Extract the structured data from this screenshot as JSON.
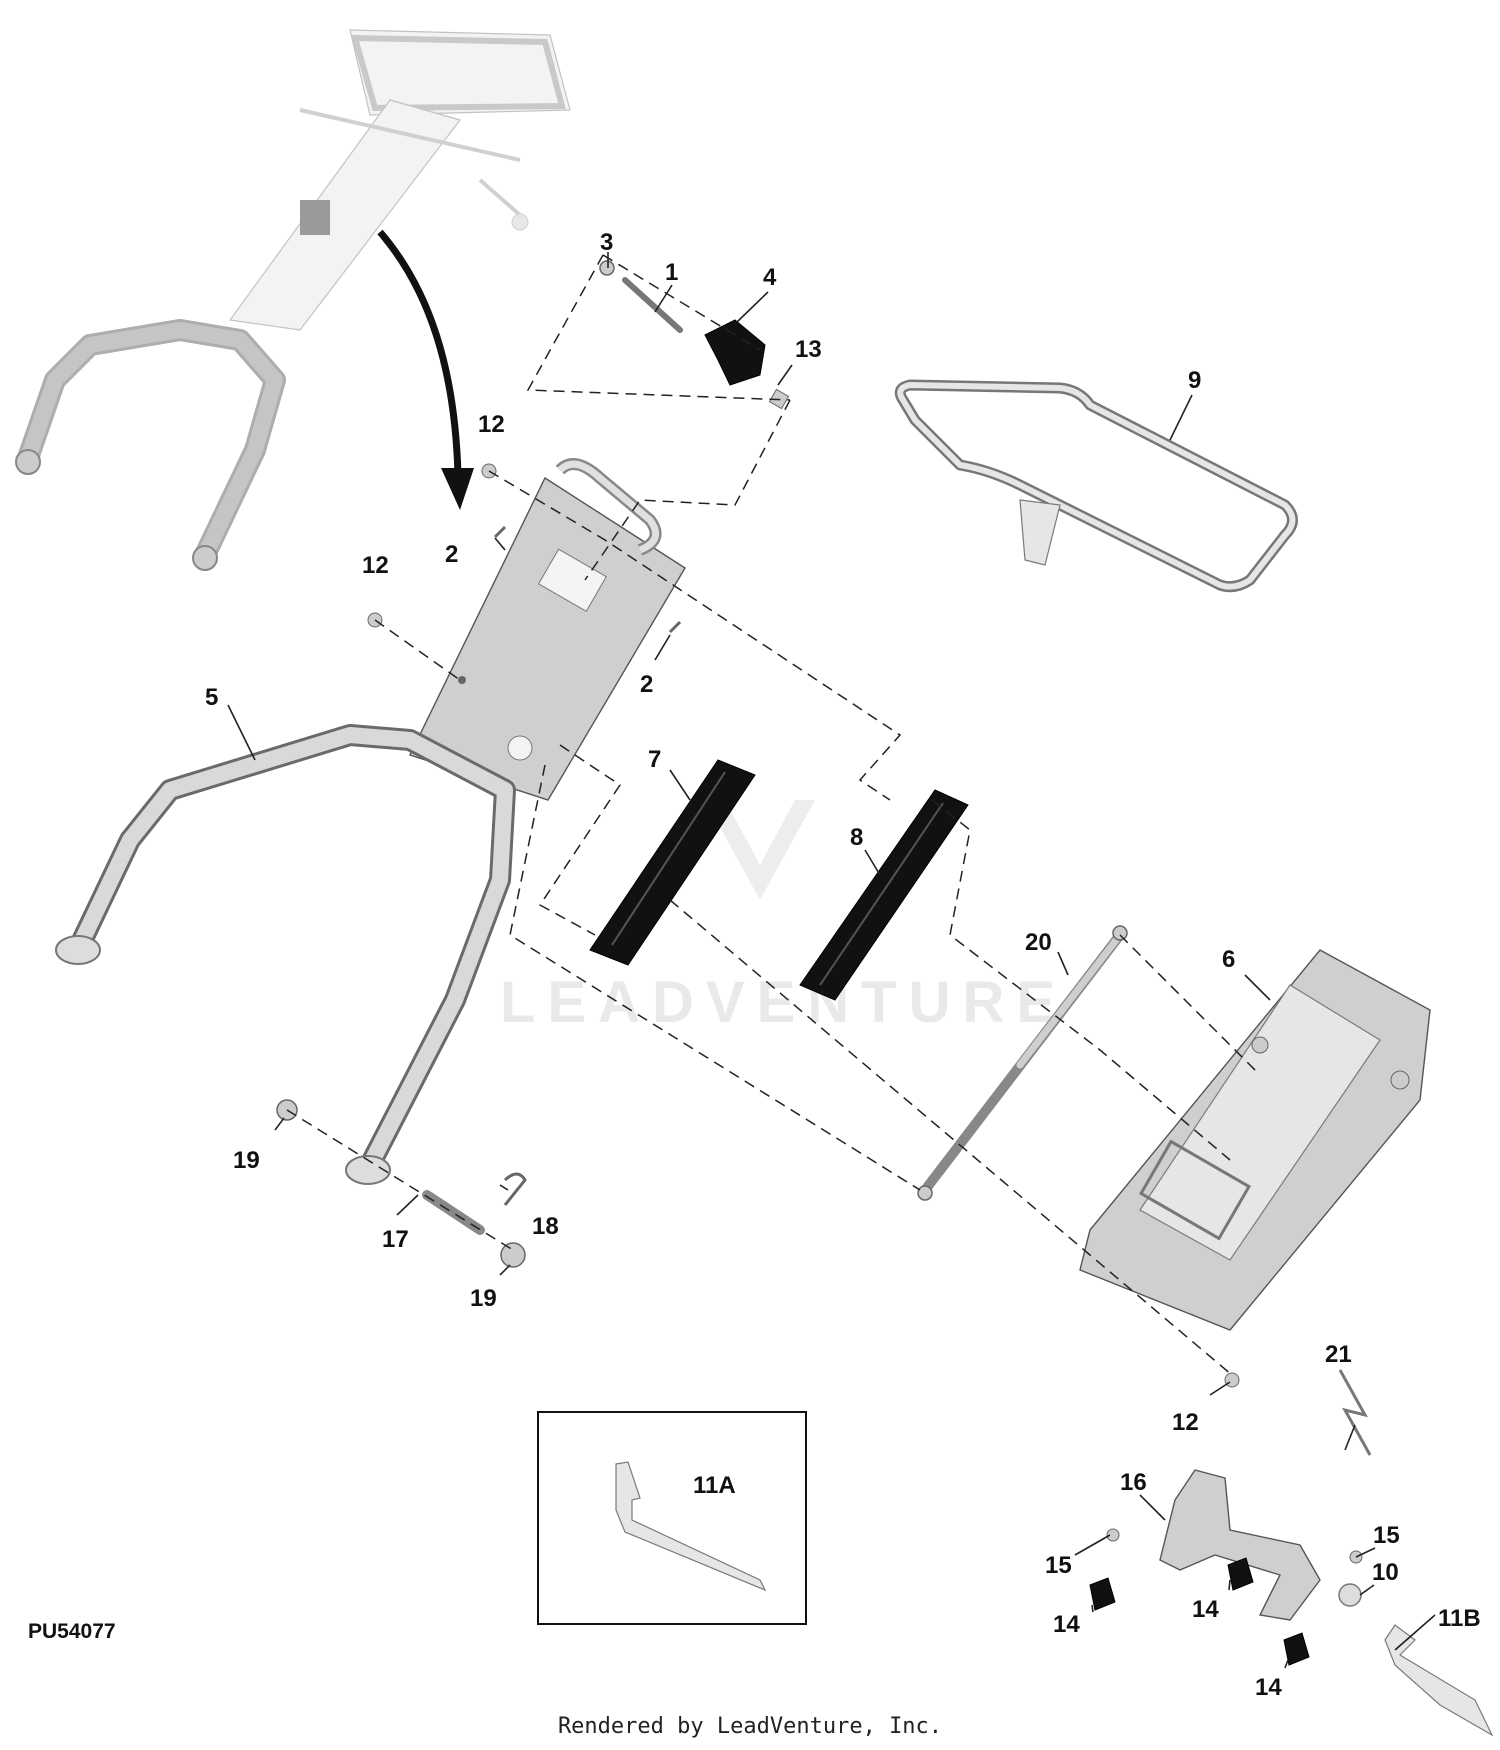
{
  "watermark": "LEADVENTURE",
  "diagram_code": "PU54077",
  "credit": "Rendered by LeadVenture, Inc.",
  "callouts": {
    "c1": "1",
    "c2a": "2",
    "c2b": "2",
    "c3": "3",
    "c4": "4",
    "c5": "5",
    "c6": "6",
    "c7": "7",
    "c8": "8",
    "c9": "9",
    "c10": "10",
    "c11a": "11A",
    "c11b": "11B",
    "c12a": "12",
    "c12b": "12",
    "c12c": "12",
    "c13": "13",
    "c14a": "14",
    "c14b": "14",
    "c14c": "14",
    "c15a": "15",
    "c15b": "15",
    "c16": "16",
    "c17": "17",
    "c18": "18",
    "c19a": "19",
    "c19b": "19",
    "c20": "20",
    "c21": "21"
  }
}
